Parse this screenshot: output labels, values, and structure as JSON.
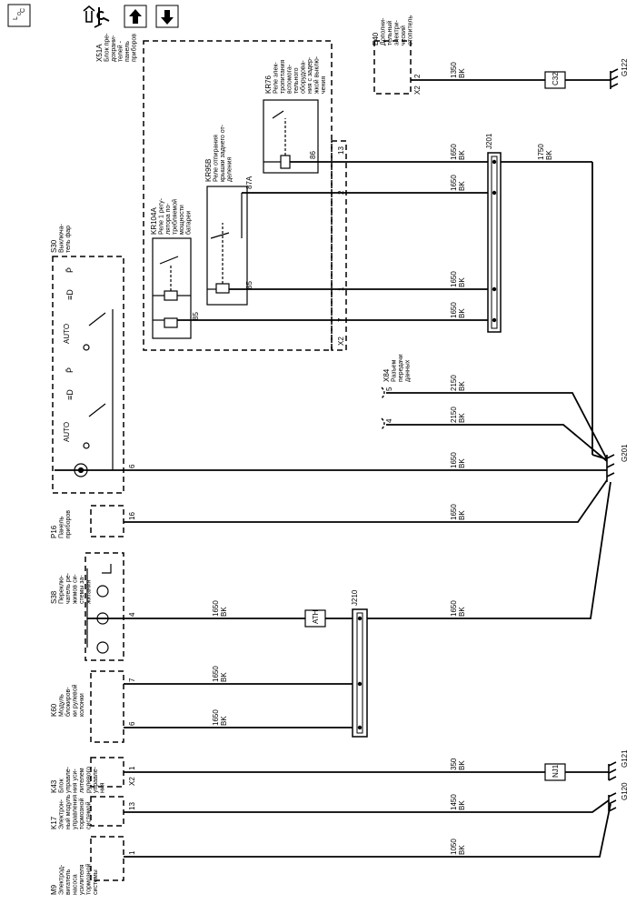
{
  "toolbar": {
    "legend_icon": "legend-icon",
    "locator_icon": "component-locator-icon",
    "up_icon": "arrow-up-icon",
    "down_icon": "arrow-down-icon"
  },
  "components": {
    "x51a": {
      "ref": "X51A",
      "lines": [
        "Блок пре-",
        "дохрани-",
        "телей -",
        "панель",
        "приборов"
      ]
    },
    "e40": {
      "ref": "E40",
      "lines": [
        "Дополни-",
        "тельный",
        "электри-",
        "ческий",
        "отопитель"
      ],
      "connector": "X2",
      "pin": "2"
    },
    "kr76": {
      "ref": "KR76",
      "lines": [
        "Реле элек-",
        "тропитания",
        "вспомога-",
        "тельного",
        "оборудова-",
        "ния с задер-",
        "жкой выклю-",
        "чения"
      ],
      "pin": "86"
    },
    "kr95b": {
      "ref": "KR95B",
      "lines": [
        "Реле отпирания",
        "крышки заднего от-",
        "деления"
      ],
      "pin_top": "87A",
      "pin_bottom": "85"
    },
    "kr104a": {
      "ref": "KR104A",
      "lines": [
        "Реле 1 регу-",
        "лятора по-",
        "требляемой",
        "мощности",
        "батареи"
      ],
      "pin": "85"
    },
    "s30": {
      "ref": "S30",
      "lines": [
        "Выключа-",
        "тель фар"
      ],
      "pin": "6",
      "auto1": "AUTO",
      "auto2": "AUTO"
    },
    "p16": {
      "ref": "P16",
      "lines": [
        "Панель",
        "приборов"
      ],
      "pin": "16"
    },
    "s38": {
      "ref": "S38",
      "lines": [
        "Переклю-",
        "чатель ре-",
        "жимов си-",
        "стемы за-",
        "жигания"
      ],
      "pin": "4"
    },
    "k60": {
      "ref": "K60",
      "lines": [
        "Модуль",
        "блокиров-",
        "ки рулевой",
        "колонки"
      ],
      "pin_a": "7",
      "pin_b": "6"
    },
    "k43": {
      "ref": "K43",
      "lines": [
        "Блок",
        "управле-",
        "ния уси-",
        "лителем",
        "рулевого",
        "управле-",
        "ния"
      ],
      "connector": "X2",
      "pin": "1"
    },
    "k17": {
      "ref": "K17",
      "lines": [
        "Электрон-",
        "ный модуль",
        "управления",
        "тормозной",
        "системой"
      ],
      "pin": "13"
    },
    "m9": {
      "ref": "M9",
      "lines": [
        "Электрод-",
        "вигатель",
        "насоса",
        "усилителя",
        "тормозной",
        "системы"
      ],
      "pin": "1"
    },
    "x84": {
      "ref": "X84",
      "lines": [
        "Разъем",
        "передачи",
        "данных"
      ],
      "pin_a": "5",
      "pin_b": "4"
    },
    "x2": {
      "ref": "X2",
      "pins": [
        "13",
        "2",
        "1",
        "7"
      ]
    }
  },
  "splices": {
    "j201": "J201",
    "j210": "J210"
  },
  "inline": {
    "c32": "C32",
    "nj1": "NJ1",
    "ath": "ATH"
  },
  "grounds": {
    "g122": "G122",
    "g201": "G201",
    "g121": "G121",
    "g120": "G120"
  },
  "wires": {
    "e40": {
      "circuit": "1350",
      "color": "BK"
    },
    "kr76": {
      "circuit": "1650",
      "color": "BK"
    },
    "j201_out": {
      "circuit": "1750",
      "color": "BK"
    },
    "kr95b": {
      "circuit": "1650",
      "color": "BK"
    },
    "pin1": {
      "circuit": "1650",
      "color": "BK"
    },
    "pin7": {
      "circuit": "1650",
      "color": "BK"
    },
    "x84_5": {
      "circuit": "2150",
      "color": "BK"
    },
    "x84_4": {
      "circuit": "2150",
      "color": "BK"
    },
    "s30": {
      "circuit": "1650",
      "color": "BK"
    },
    "p16": {
      "circuit": "1650",
      "color": "BK"
    },
    "s38_left": {
      "circuit": "1650",
      "color": "BK"
    },
    "s38_right": {
      "circuit": "1650",
      "color": "BK"
    },
    "k60_7": {
      "circuit": "1650",
      "color": "BK"
    },
    "k60_6": {
      "circuit": "1650",
      "color": "BK"
    },
    "k43": {
      "circuit": "350",
      "color": "BK"
    },
    "k17": {
      "circuit": "1450",
      "color": "BK"
    },
    "m9": {
      "circuit": "1050",
      "color": "BK"
    }
  }
}
